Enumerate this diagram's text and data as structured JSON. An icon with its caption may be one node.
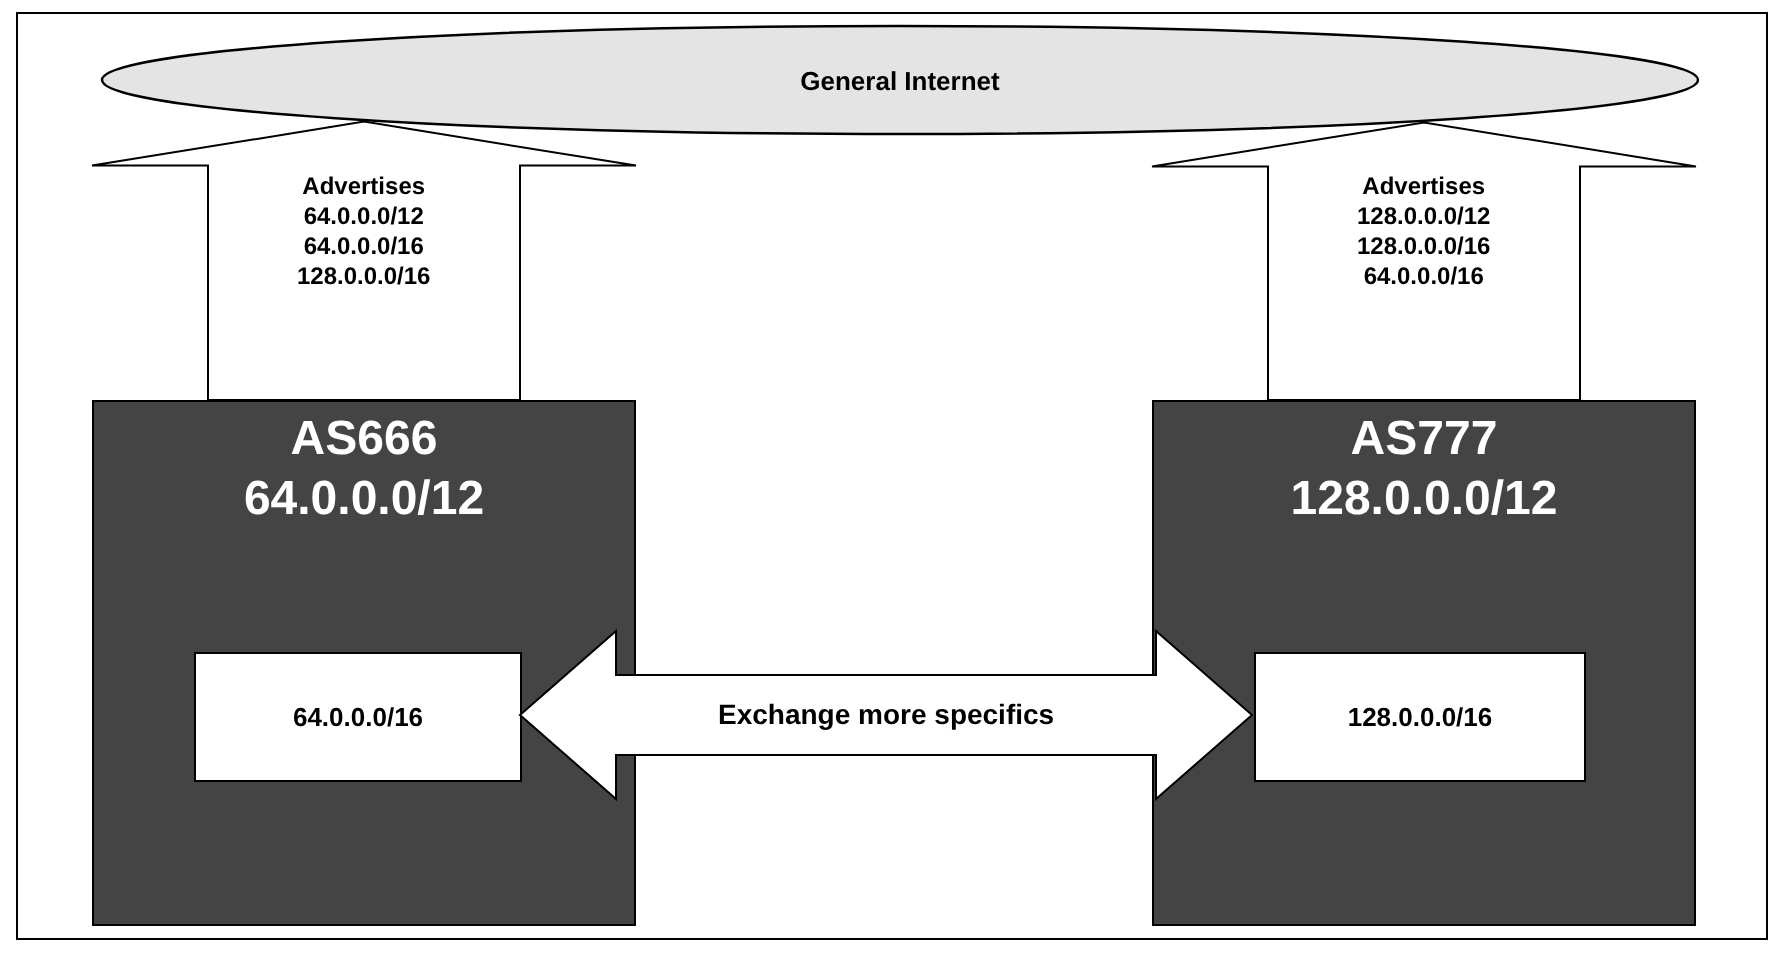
{
  "diagram": {
    "nodes": [
      {
        "text": [
          "General Internet"
        ]
      },
      {
        "text": [
          "AS666",
          "64.0.0.0/12"
        ]
      },
      {
        "text": [
          "64.0.0.0/16"
        ],
        "in": 1
      },
      {
        "text": [
          "AS777",
          "128.0.0.0/12"
        ]
      },
      {
        "text": [
          "128.0.0.0/16"
        ],
        "in": 3
      }
    ],
    "edges": [
      {
        "from": 1,
        "to": 0,
        "arrow": "to",
        "label": "Advertises 64.0.0.0/12 64.0.0.0/16 128.0.0.0/16"
      },
      {
        "from": 3,
        "to": 0,
        "arrow": "to",
        "label": "Advertises 128.0.0.0/12 128.0.0.0/16 64.0.0.0/16"
      },
      {
        "from": 2,
        "to": 4,
        "arrow": "both",
        "label": "Exchange more specifics"
      }
    ]
  }
}
